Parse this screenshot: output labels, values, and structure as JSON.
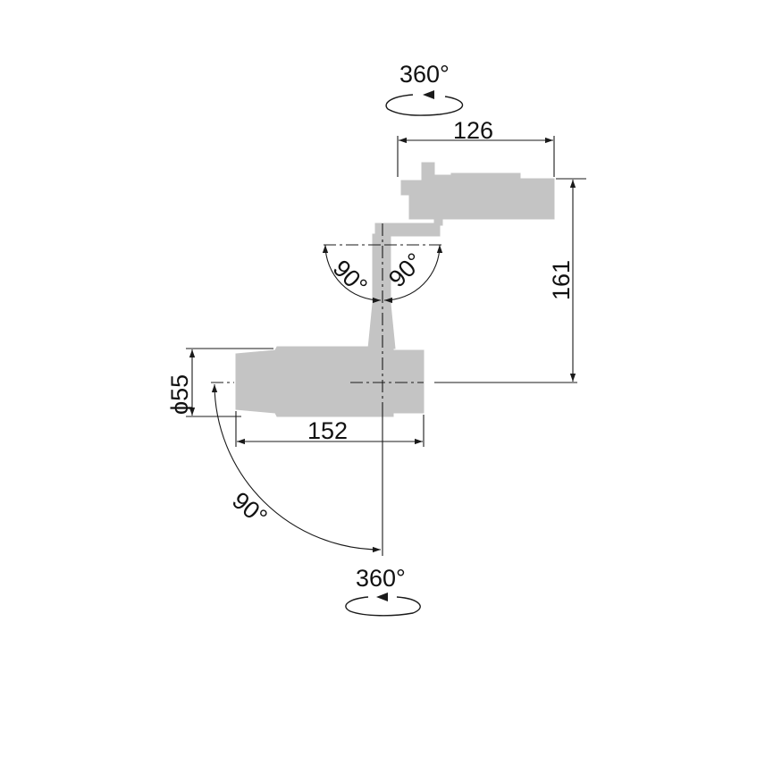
{
  "colors": {
    "body": "#c4c4c4",
    "line": "#1a1a1a",
    "background": "#ffffff"
  },
  "labels": {
    "rotation_top": "360°",
    "rotation_bottom": "360°",
    "width_adapter": "126",
    "height_total": "161",
    "tilt_left": "90°",
    "tilt_right": "90°",
    "diameter_head": "ϕ55",
    "length_head": "152",
    "swing_head": "90°"
  }
}
